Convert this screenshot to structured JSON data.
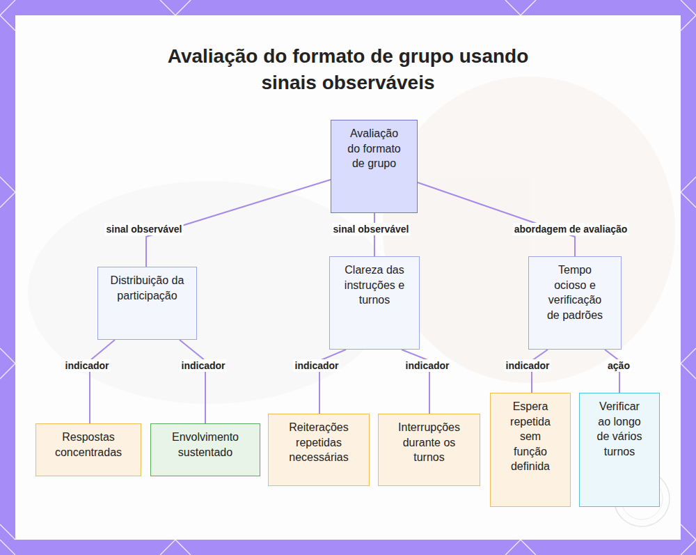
{
  "diagram": {
    "title": "Avaliação do formato de grupo usando sinais observáveis",
    "nodes": [
      {
        "text": [
          "Avaliação do formato de grupo"
        ]
      },
      {
        "text": [
          "Distribuição da participação"
        ]
      },
      {
        "text": [
          "Clareza das instruções e turnos"
        ]
      },
      {
        "text": [
          "Tempo ocioso e verificação de padrões"
        ]
      },
      {
        "text": [
          "Respostas concentradas"
        ]
      },
      {
        "text": [
          "Envolvimento sustentado"
        ]
      },
      {
        "text": [
          "Reiterações repetidas necessárias"
        ]
      },
      {
        "text": [
          "Interrupções durante os turnos"
        ]
      },
      {
        "text": [
          "Espera repetida sem função definida"
        ]
      },
      {
        "text": [
          "Verificar ao longo de vários turnos"
        ]
      }
    ],
    "edges": [
      {
        "from": 0,
        "to": 1,
        "label": "sinal observável",
        "arrow": "none"
      },
      {
        "from": 0,
        "to": 2,
        "label": "sinal observável",
        "arrow": "none"
      },
      {
        "from": 0,
        "to": 3,
        "label": "abordagem de avaliação",
        "arrow": "none"
      },
      {
        "from": 1,
        "to": 4,
        "label": "indicador",
        "arrow": "none"
      },
      {
        "from": 1,
        "to": 5,
        "label": "indicador",
        "arrow": "none"
      },
      {
        "from": 2,
        "to": 6,
        "label": "indicador",
        "arrow": "none"
      },
      {
        "from": 2,
        "to": 7,
        "label": "indicador",
        "arrow": "none"
      },
      {
        "from": 3,
        "to": 8,
        "label": "indicador",
        "arrow": "none"
      },
      {
        "from": 3,
        "to": 9,
        "label": "ação",
        "arrow": "none"
      }
    ]
  }
}
